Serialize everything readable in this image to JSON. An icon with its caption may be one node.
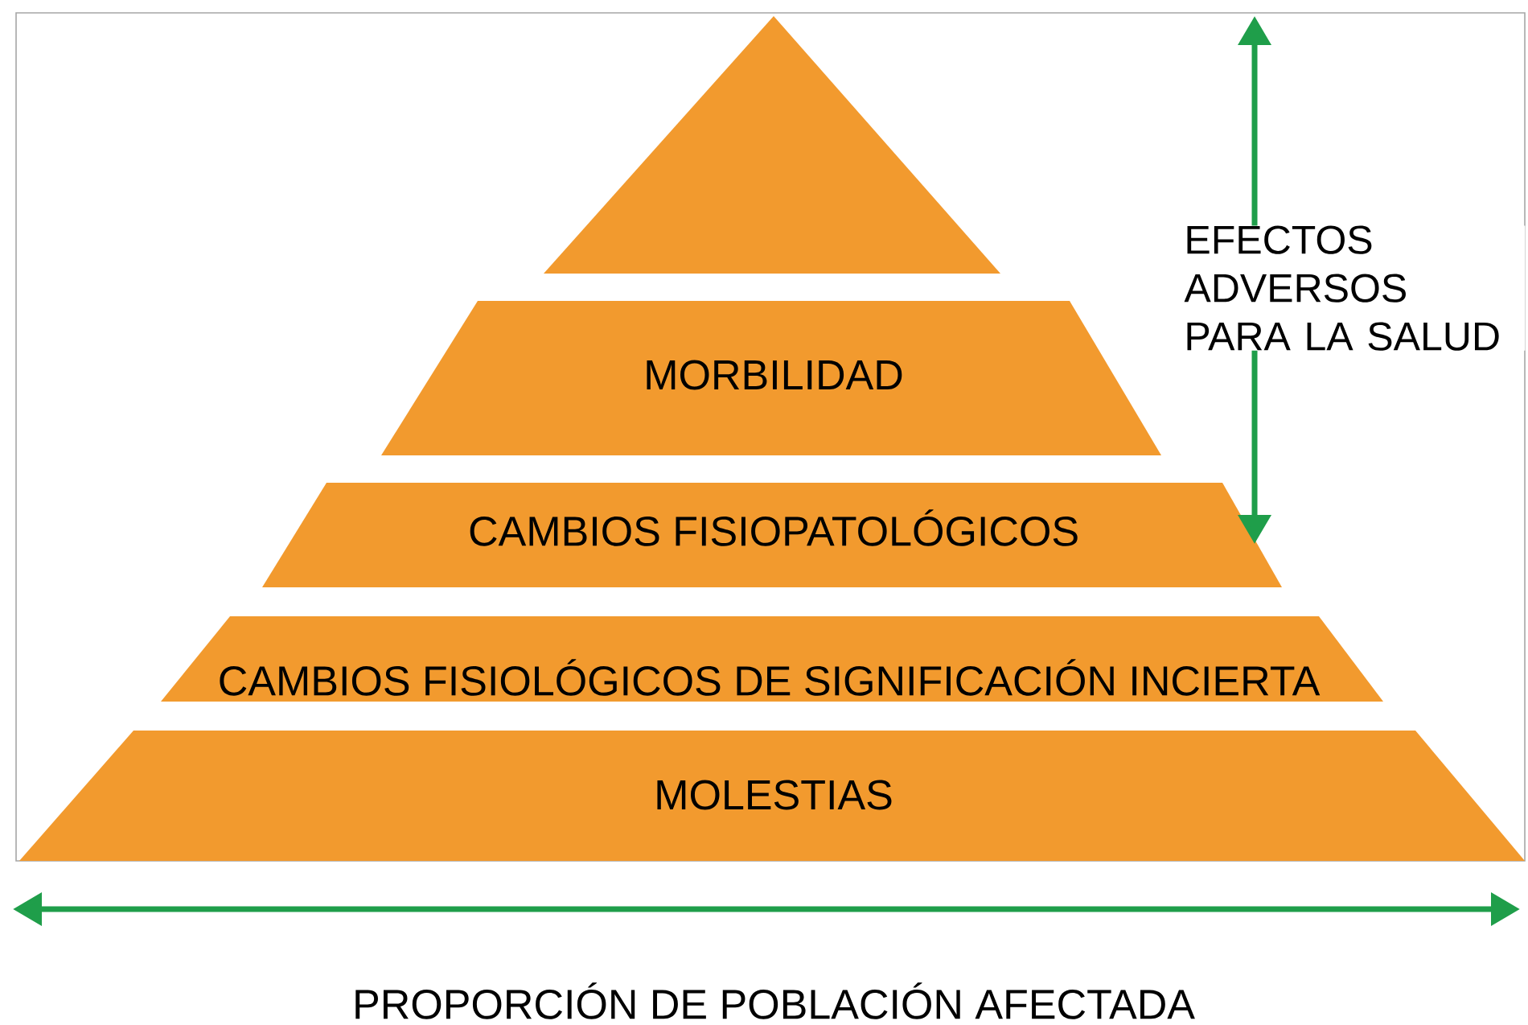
{
  "diagram": {
    "nodes": [
      {
        "text": [],
        "shape": "triangle"
      },
      {
        "text": [
          "MORBILIDAD"
        ]
      },
      {
        "text": [
          "CAMBIOS FISIOPATOLÓGICOS"
        ]
      },
      {
        "text": [
          "CAMBIOS FISIOLÓGICOS DE SIGNIFICACIÓN INCIERTA"
        ]
      },
      {
        "text": [
          "MOLESTIAS"
        ]
      }
    ],
    "labels": [
      "EFECTOS ADVERSOS PARA LA SALUD",
      "PROPORCIÓN DE POBLACIÓN AFECTADA"
    ]
  }
}
